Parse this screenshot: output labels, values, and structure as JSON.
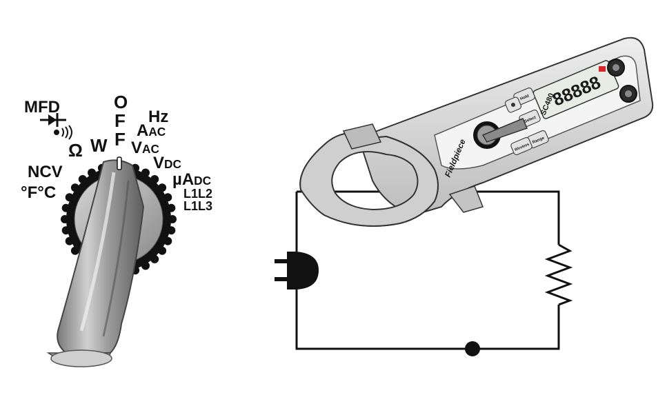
{
  "dial": {
    "mfd": "MFD",
    "ncv": "NCV",
    "temp": "°F°C",
    "ohm": "Ω",
    "w": "W",
    "off": [
      "O",
      "F",
      "F"
    ],
    "hz": "Hz",
    "aac_main": "A",
    "aac_sub": "AC",
    "vac_main": "V",
    "vac_sub": "AC",
    "vdc_main": "V",
    "vdc_sub": "DC",
    "uadc_main": "µA",
    "uadc_sub": "DC",
    "l1l2": "L1L2",
    "l1l3": "L1L3"
  },
  "meter": {
    "brand": "Fieldpiece",
    "model": "SC480",
    "buttons": [
      "Hold",
      "Select",
      "Range",
      "Wireless"
    ],
    "display_digits": "88888"
  },
  "colors": {
    "ink": "#111111",
    "knob_dark": "#6f6f6f",
    "knob_light": "#c9c9c9",
    "meter_body": "#d9d9d9",
    "meter_face": "#f4f4f4",
    "test_lead_red": "#d8262c"
  }
}
